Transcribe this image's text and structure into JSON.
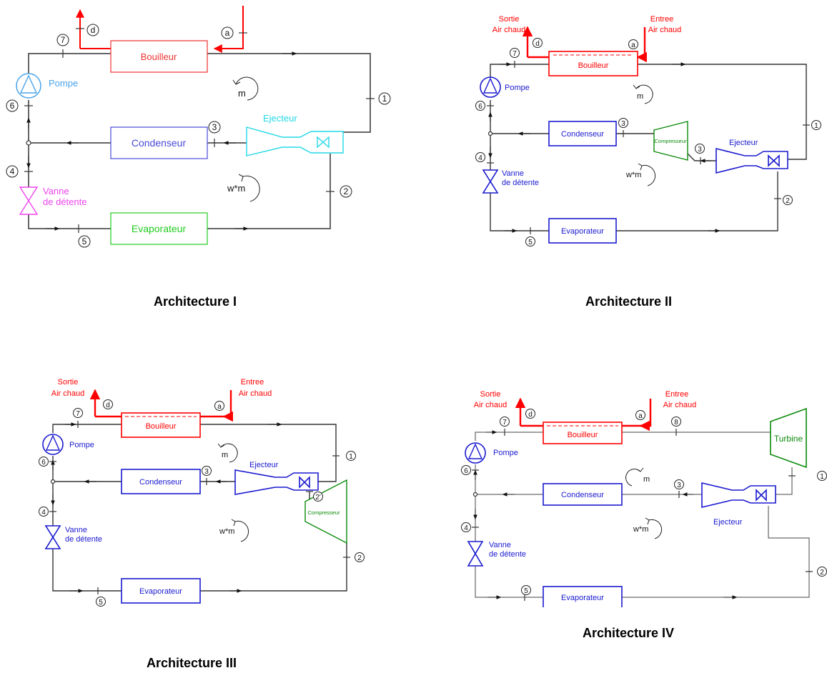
{
  "colors": {
    "line": "#333333",
    "hot": "#ff0000",
    "blue": "#1a1ad0",
    "green": "#0a8a0a",
    "arch1_pump": "#4aa3e8",
    "arch1_cond": "#4a4ad8",
    "arch1_ejector": "#22d8e6",
    "arch1_valve": "#ee44ee",
    "arch1_evap": "#22cc22",
    "arch1_boiler": "#ee3333"
  },
  "architectures": [
    {
      "title": "Architecture I",
      "boiler": "Bouilleur",
      "pump": "Pompe",
      "condenser": "Condenseur",
      "ejector": "Ejecteur",
      "valve_line1": "Vanne",
      "valve_line2": "de détente",
      "evaporator": "Evaporateur",
      "flow_m": "m",
      "flow_wm": "w*m",
      "states": [
        "1",
        "2",
        "3",
        "4",
        "5",
        "6",
        "7"
      ],
      "hot_ports": [
        "a",
        "d"
      ]
    },
    {
      "title": "Architecture II",
      "hot_out_line1": "Sortie",
      "hot_out_line2": "Air chaud",
      "hot_in_line1": "Entree",
      "hot_in_line2": "Air chaud",
      "boiler": "Bouilleur",
      "pump": "Pompe",
      "condenser": "Condenseur",
      "compressor": "Compresseur",
      "ejector": "Ejecteur",
      "valve_line1": "Vanne",
      "valve_line2": "de détente",
      "evaporator": "Evaporateur",
      "flow_m": "m",
      "flow_wm": "w*m",
      "states": [
        "1",
        "2",
        "3",
        "3",
        "4",
        "5",
        "6",
        "7"
      ],
      "hot_ports": [
        "a",
        "d"
      ]
    },
    {
      "title": "Architecture III",
      "hot_out_line1": "Sortie",
      "hot_out_line2": "Air chaud",
      "hot_in_line1": "Entree",
      "hot_in_line2": "Air chaud",
      "boiler": "Bouilleur",
      "pump": "Pompe",
      "condenser": "Condenseur",
      "compressor": "Compresseur",
      "ejector": "Ejecteur",
      "valve_line1": "Vanne",
      "valve_line2": "de détente",
      "evaporator": "Evaporateur",
      "flow_m": "m",
      "flow_wm": "w*m",
      "states": [
        "1",
        "2'",
        "2",
        "3",
        "4",
        "5",
        "6",
        "7"
      ],
      "hot_ports": [
        "a",
        "d"
      ]
    },
    {
      "title": "Architecture IV",
      "hot_out_line1": "Sortie",
      "hot_out_line2": "Air chaud",
      "hot_in_line1": "Entree",
      "hot_in_line2": "Air chaud",
      "boiler": "Bouilleur",
      "pump": "Pompe",
      "condenser": "Condenseur",
      "turbine": "Turbine",
      "ejector": "Ejecteur",
      "valve_line1": "Vanne",
      "valve_line2": "de détente",
      "evaporator": "Evaporateur",
      "flow_m": "m",
      "flow_wm": "w*m",
      "states": [
        "1",
        "2",
        "3",
        "4",
        "5",
        "6",
        "7",
        "8"
      ],
      "hot_ports": [
        "a",
        "d"
      ]
    }
  ]
}
